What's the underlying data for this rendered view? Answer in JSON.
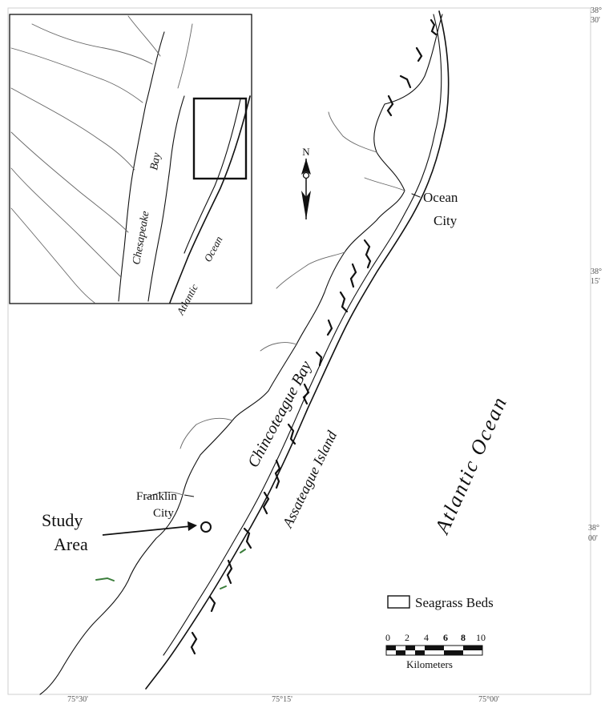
{
  "inset": {
    "labels": {
      "chesapeake_bay_word1": "Chesapeake",
      "chesapeake_bay_word2": "Bay",
      "atlantic_ocean_word1": "Atlantic",
      "atlantic_ocean_word2": "Ocean"
    }
  },
  "main_map": {
    "north_arrow_label": "N",
    "places": {
      "ocean_city_line1": "Ocean",
      "ocean_city_line2": "City",
      "franklin_city_line1": "Franklin",
      "franklin_city_line2": "City",
      "chincoteague_bay": "Chincoteague Bay",
      "assateague_island": "Assateague Island",
      "atlantic_ocean": "Atlantic Ocean",
      "study_area_line1": "Study",
      "study_area_line2": "Area"
    },
    "legend": {
      "seagrass_label": "Seagrass Beds"
    },
    "scale_bar": {
      "ticks": [
        "0",
        "2",
        "4",
        "6",
        "8",
        "10"
      ],
      "unit": "Kilometers"
    },
    "lat_labels": [
      {
        "deg": "38°",
        "min": "30'"
      },
      {
        "deg": "38°",
        "min": "15'"
      },
      {
        "deg": "38°",
        "min": "00'"
      }
    ],
    "lon_labels": [
      "75°30'",
      "75°15'",
      "75°00'"
    ]
  },
  "colors": {
    "ink": "#111111",
    "seagrass": "#3a7d3a",
    "paper": "#ffffff"
  }
}
